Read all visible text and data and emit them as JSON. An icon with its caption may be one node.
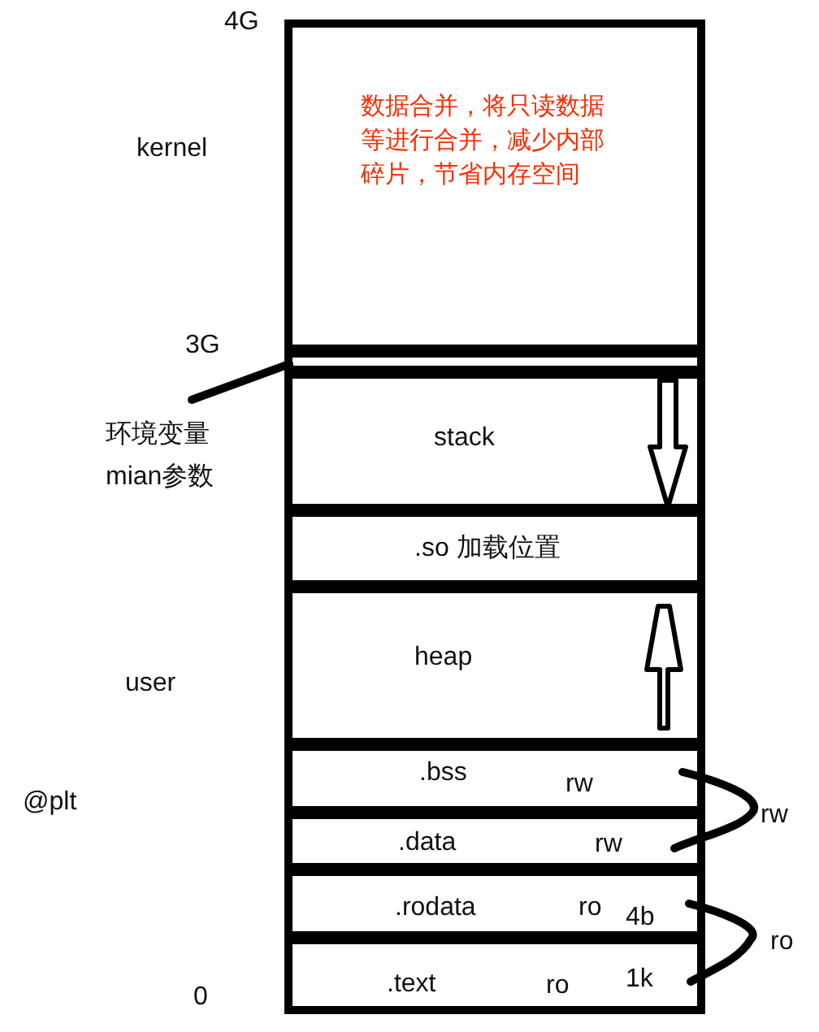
{
  "diagram": {
    "nodes": [
      {
        "text": [
          "数据合并，将只读数据等进行合并，减少内部碎片，节省内存空间"
        ]
      },
      {
        "text": [],
        "shape": "bar"
      },
      {
        "text": [
          "环境变量",
          "mian参数"
        ]
      },
      {
        "text": [
          "stack"
        ]
      },
      {
        "text": [
          ".so 加载位置"
        ]
      },
      {
        "text": [
          "heap"
        ]
      },
      {
        "text": [
          ".bss",
          "rw"
        ]
      },
      {
        "text": [
          ".data",
          "rw"
        ]
      },
      {
        "text": [
          ".rodata",
          "ro",
          "4b"
        ]
      },
      {
        "text": [
          ".text",
          "ro",
          "1k"
        ]
      }
    ],
    "edges": [
      {
        "from": 2,
        "to": 1,
        "arrow": "none"
      }
    ],
    "labels": [
      "4G",
      "kernel",
      "3G",
      "user",
      "@plt",
      "0",
      "rw",
      "ro"
    ]
  }
}
